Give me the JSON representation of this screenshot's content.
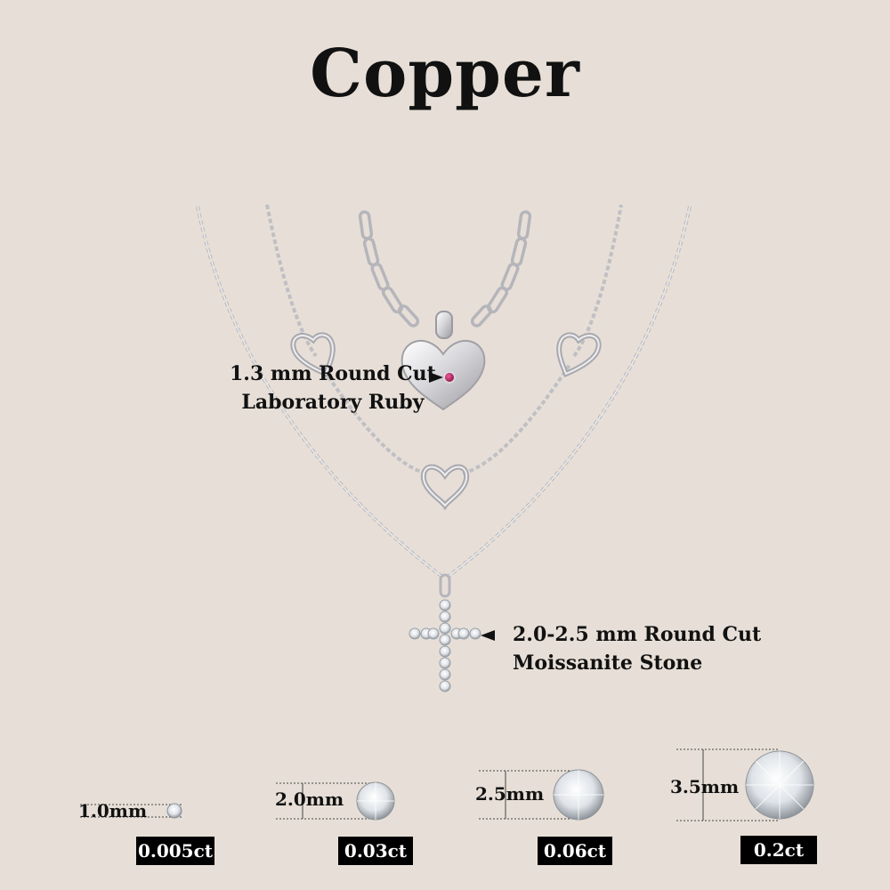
{
  "title": "Copper",
  "callouts": {
    "ruby": {
      "line1": "1.3 mm Round Cut",
      "line2": "Laboratory Ruby"
    },
    "moissanite": {
      "line1": "2.0-2.5 mm Round Cut",
      "line2": "Moissanite Stone"
    }
  },
  "stones": [
    {
      "size": "1.0mm",
      "carat": "0.005ct"
    },
    {
      "size": "2.0mm",
      "carat": "0.03ct"
    },
    {
      "size": "2.5mm",
      "carat": "0.06ct"
    },
    {
      "size": "3.5mm",
      "carat": "0.2ct"
    }
  ],
  "colors": {
    "background": "#e7dfd7",
    "silver": "#c9c9cc",
    "ruby": "#b0185a",
    "label_bg": "#000000"
  }
}
